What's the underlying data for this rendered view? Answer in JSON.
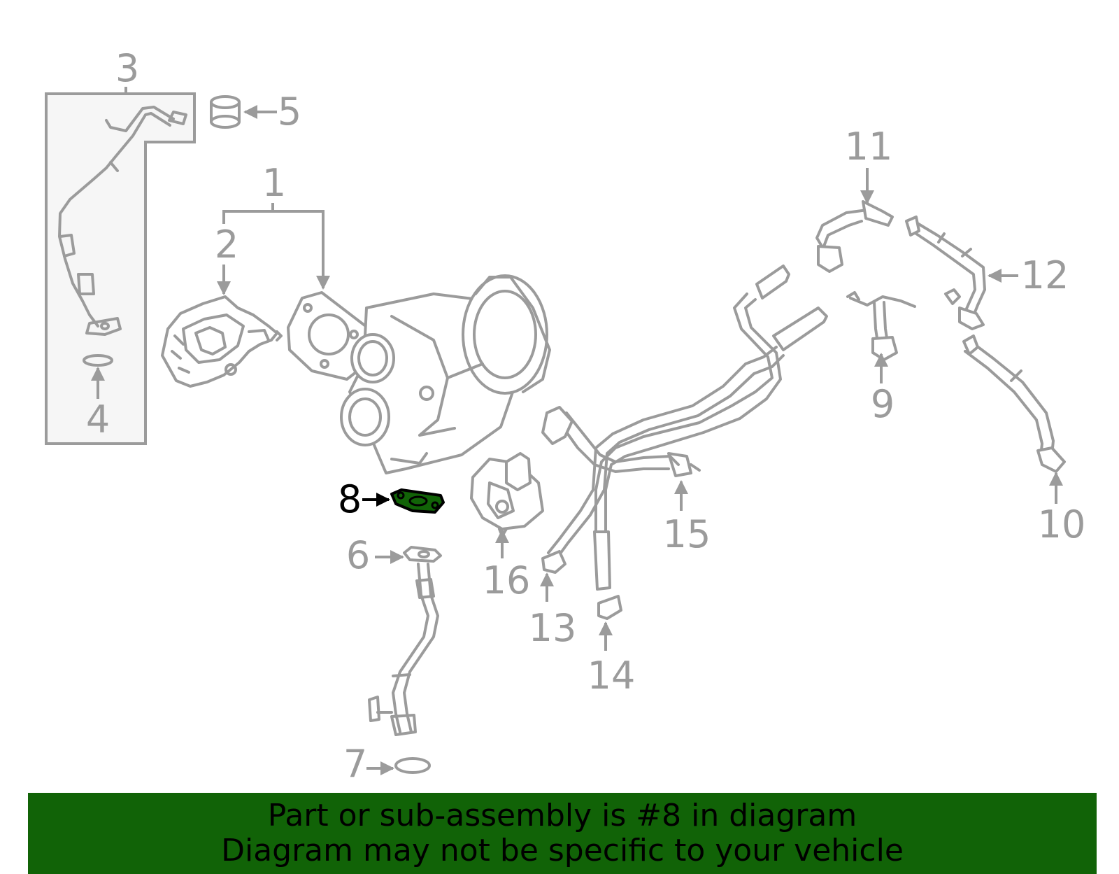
{
  "diagram": {
    "callouts": [
      "1",
      "2",
      "3",
      "4",
      "5",
      "6",
      "7",
      "8",
      "9",
      "10",
      "11",
      "12",
      "13",
      "14",
      "15",
      "16"
    ],
    "highlighted": "8",
    "colors": {
      "line": "#9b9b9b",
      "highlight_fill": "#116307",
      "highlight_stroke": "#000000",
      "background": "#ffffff",
      "box_fill": "#f6f6f6"
    }
  },
  "banner": {
    "line1": "Part or sub-assembly is #8 in diagram",
    "line2": "Diagram may not be specific to your vehicle",
    "color": "#116307"
  }
}
